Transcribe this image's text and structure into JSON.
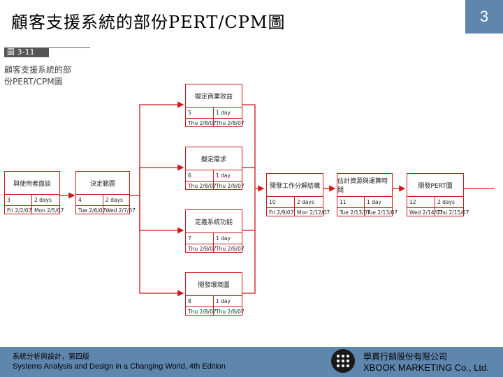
{
  "slide": {
    "title": "顧客支援系統的部份PERT/CPM圖",
    "page_number": "3"
  },
  "figure": {
    "label": "圖 3-11",
    "caption_line1": "顧客支援系統的部",
    "caption_line2": "份PERT/CPM圖"
  },
  "nodes": {
    "n3": {
      "name": "與使用者面談",
      "id": "3",
      "duration": "2 days",
      "start": "Fri 2/2/07",
      "end": "Mon 2/5/07"
    },
    "n4": {
      "name": "決定範圍",
      "id": "4",
      "duration": "2 days",
      "start": "Tue 2/6/07",
      "end": "Wed 2/7/07"
    },
    "n5": {
      "name": "擬定商業效益",
      "id": "5",
      "duration": "1 day",
      "start": "Thu 2/8/07",
      "end": "Thu 2/8/07"
    },
    "n6": {
      "name": "擬定需求",
      "id": "6",
      "duration": "1 day",
      "start": "Thu 2/8/07",
      "end": "Thu 2/8/07"
    },
    "n7": {
      "name": "定義系統功能",
      "id": "7",
      "duration": "1 day",
      "start": "Thu 2/8/07",
      "end": "Thu 2/8/07"
    },
    "n8": {
      "name": "開發環境圖",
      "id": "8",
      "duration": "1 day",
      "start": "Thu 2/8/07",
      "end": "Thu 2/8/07"
    },
    "n10": {
      "name": "開發工作分解結構",
      "id": "10",
      "duration": "2 days",
      "start": "Fri 2/9/07",
      "end": "Mon 2/12/07"
    },
    "n11": {
      "name": "估計資源與運算時間",
      "id": "11",
      "duration": "1 day",
      "start": "Tue 2/13/07",
      "end": "Tue 2/13/07"
    },
    "n12": {
      "name": "開發PERT圖",
      "id": "12",
      "duration": "2 days",
      "start": "Wed 2/14/07",
      "end": "Thu 2/15/07"
    }
  },
  "footer": {
    "book_zh": "系統分析與設計，第四版",
    "book_en": "Systems Analysis and Design in a Changing World, 4th Edition",
    "company_zh": "學貫行銷股份有限公司",
    "company_en": "XBOOK MARKETING Co., Ltd."
  },
  "colors": {
    "accent": "#5f86ad",
    "network_line": "#d01818"
  }
}
